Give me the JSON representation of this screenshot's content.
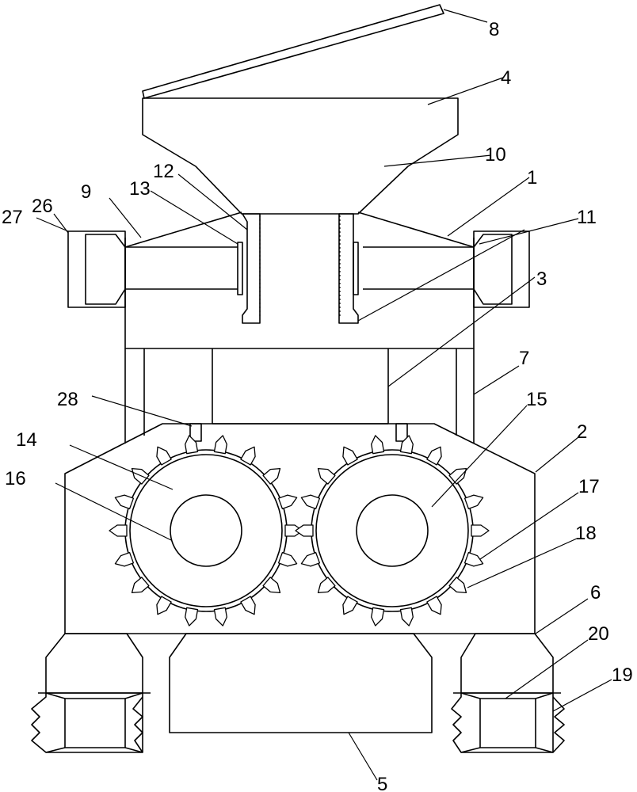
{
  "callouts": [
    {
      "id": "1",
      "label": "1"
    },
    {
      "id": "2",
      "label": "2"
    },
    {
      "id": "3",
      "label": "3"
    },
    {
      "id": "4",
      "label": "4"
    },
    {
      "id": "5",
      "label": "5"
    },
    {
      "id": "6",
      "label": "6"
    },
    {
      "id": "7",
      "label": "7"
    },
    {
      "id": "8",
      "label": "8"
    },
    {
      "id": "9",
      "label": "9"
    },
    {
      "id": "10",
      "label": "10"
    },
    {
      "id": "11",
      "label": "11"
    },
    {
      "id": "12",
      "label": "12"
    },
    {
      "id": "13",
      "label": "13"
    },
    {
      "id": "14",
      "label": "14"
    },
    {
      "id": "15",
      "label": "15"
    },
    {
      "id": "16",
      "label": "16"
    },
    {
      "id": "17",
      "label": "17"
    },
    {
      "id": "18",
      "label": "18"
    },
    {
      "id": "19",
      "label": "19"
    },
    {
      "id": "20",
      "label": "20"
    },
    {
      "id": "26",
      "label": "26"
    },
    {
      "id": "27",
      "label": "27"
    },
    {
      "id": "28",
      "label": "28"
    }
  ]
}
